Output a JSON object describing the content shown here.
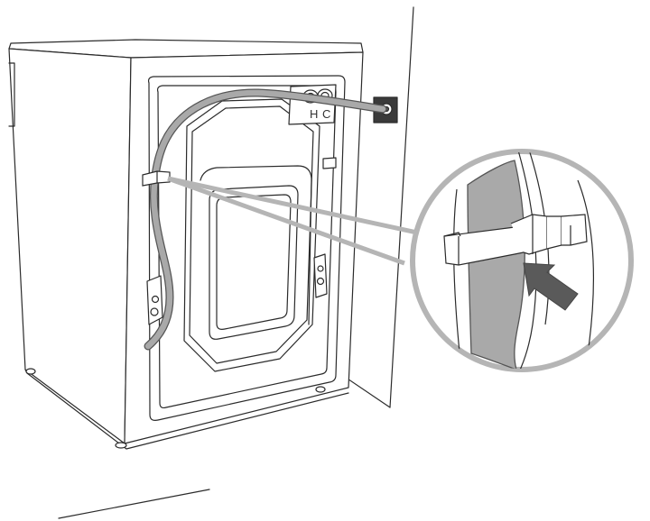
{
  "diagram": {
    "hot_label": "H",
    "cold_label": "C",
    "colors": {
      "outline": "#2b2b2b",
      "hose": "#a9a9a9",
      "hose_edge": "#555555",
      "arrow": "#5a5a5a",
      "leader": "#b5b5b5",
      "valve_plate": "#3a3a3a"
    },
    "icons": [
      "washer",
      "inlet-hose",
      "hose-clip",
      "water-valve",
      "magnifier-callout",
      "push-arrow"
    ]
  }
}
